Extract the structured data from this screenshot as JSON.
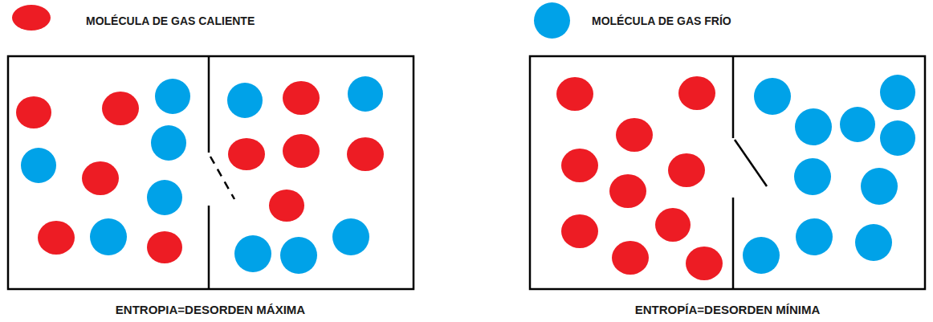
{
  "diagram": {
    "labels": [
      "ENTROPIA=DESORDEN MÁXIMA",
      "ENTROPÍA=DESORDEN MÍNIMA"
    ],
    "legend": [
      {
        "text": "MOLÉCULA DE GAS CALIENTE",
        "color": "#ED1C24"
      },
      {
        "text": "MOLÉCULA DE GAS FRÍO",
        "color": "#00A2E8"
      }
    ]
  }
}
